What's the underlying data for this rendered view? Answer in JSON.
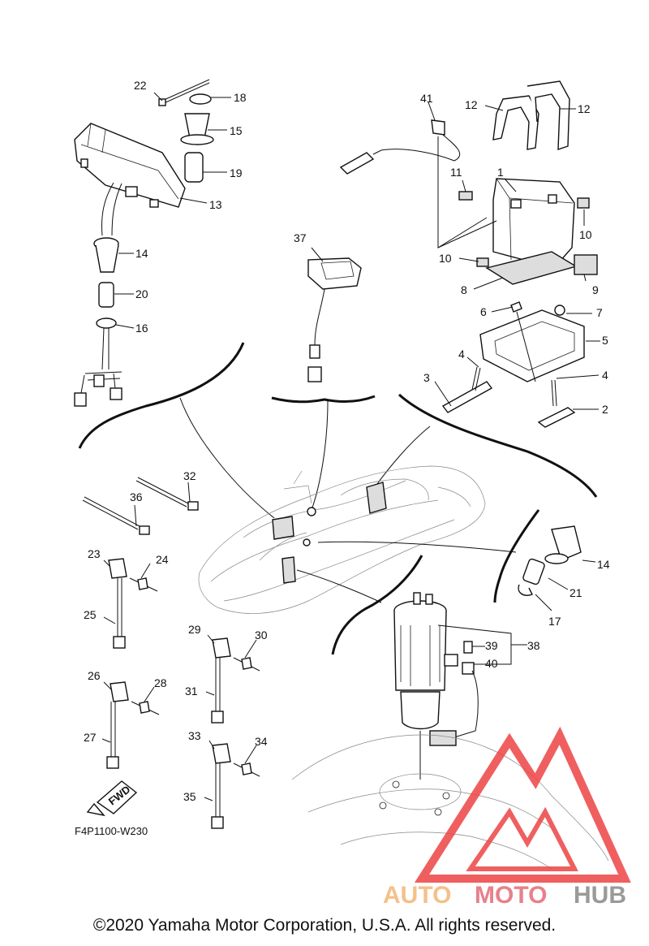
{
  "diagram": {
    "code": "F4P1100-W230",
    "fwd_label": "FWD",
    "callouts": [
      "1",
      "2",
      "3",
      "4",
      "4",
      "5",
      "6",
      "7",
      "8",
      "9",
      "10",
      "10",
      "11",
      "12",
      "12",
      "13",
      "14",
      "14",
      "15",
      "16",
      "17",
      "18",
      "19",
      "20",
      "21",
      "22",
      "23",
      "24",
      "25",
      "26",
      "27",
      "28",
      "29",
      "30",
      "31",
      "32",
      "33",
      "34",
      "35",
      "36",
      "37",
      "38",
      "39",
      "40",
      "41"
    ]
  },
  "watermark": {
    "part1": "AUTO",
    "part2": "MOTO",
    "part3": "HUB",
    "colors": {
      "auto": "#f5c08a",
      "moto": "#e8808a",
      "hub": "#9a9a9a",
      "triangle": "#ee4444"
    }
  },
  "copyright": "©2020 Yamaha Motor Corporation, U.S.A. All rights reserved."
}
